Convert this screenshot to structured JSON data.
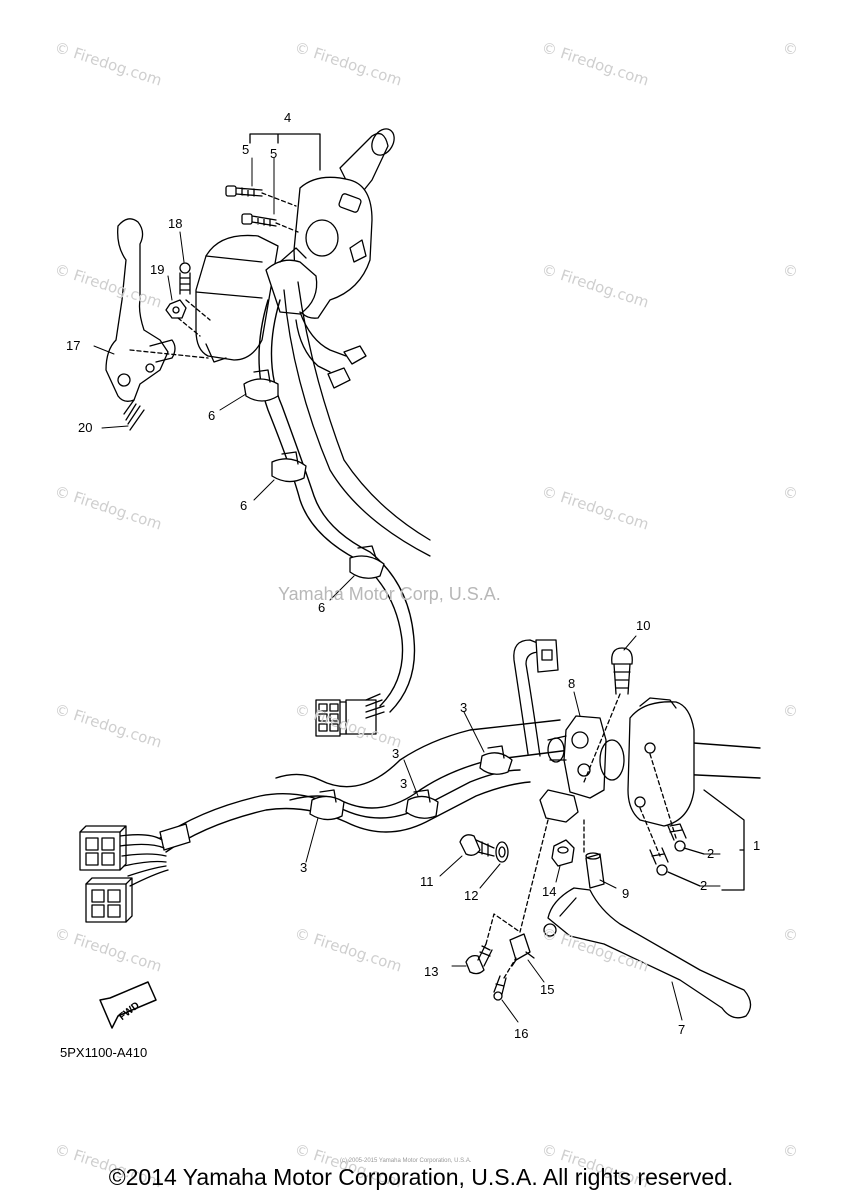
{
  "watermark_text": "Firedog.com",
  "watermark_symbol": "©",
  "center_watermark": "Yamaha Motor Corp, U.S.A.",
  "part_code": "5PX1100-A410",
  "fwd_label": "FWD",
  "copyright": "©2014 Yamaha Motor Corporation, U.S.A. All rights reserved.",
  "copyright_small": "(c) 2005-2015 Yamaha Motor Corporation, U.S.A.",
  "callouts": [
    "1",
    "2",
    "2",
    "3",
    "3",
    "3",
    "3",
    "4",
    "5",
    "5",
    "6",
    "6",
    "6",
    "7",
    "8",
    "9",
    "10",
    "11",
    "12",
    "13",
    "14",
    "15",
    "16",
    "17",
    "18",
    "19",
    "20"
  ]
}
